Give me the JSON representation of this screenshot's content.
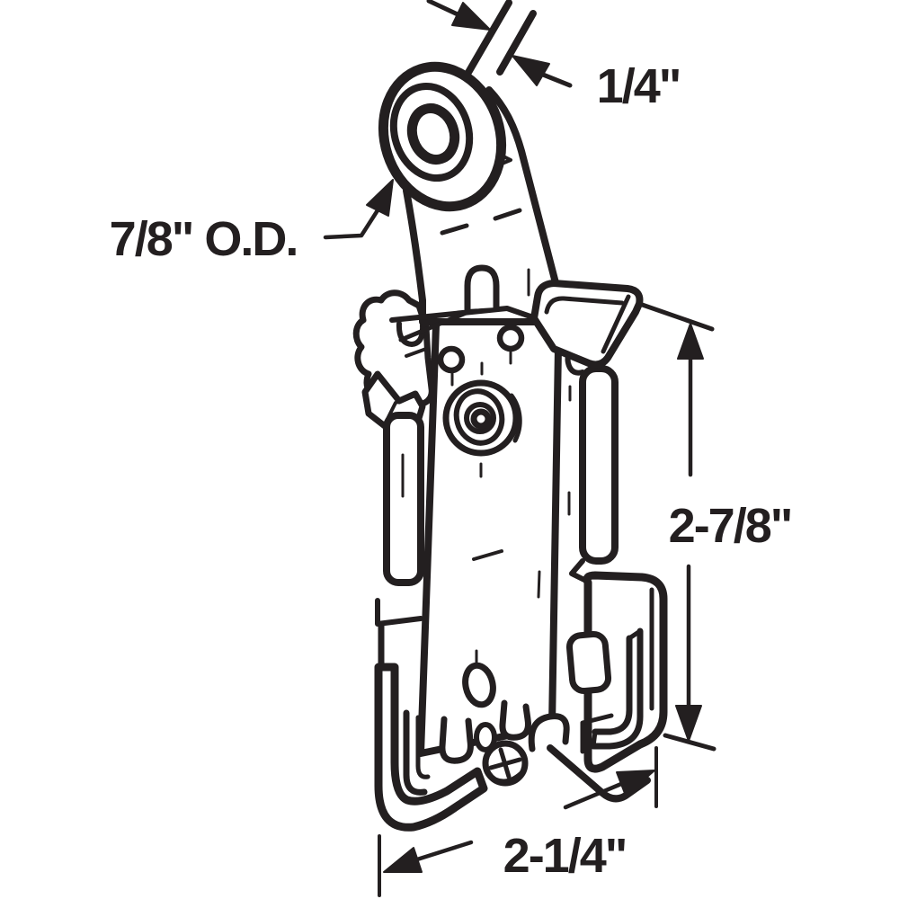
{
  "colors": {
    "line_color": "#231f20",
    "background": "#ffffff"
  },
  "labels": {
    "shaft_thickness": "1/4\"",
    "roller_outer_diameter": "7/8\" O.D.",
    "bracket_height": "2-7/8\"",
    "bracket_width": "2-1/4\""
  }
}
